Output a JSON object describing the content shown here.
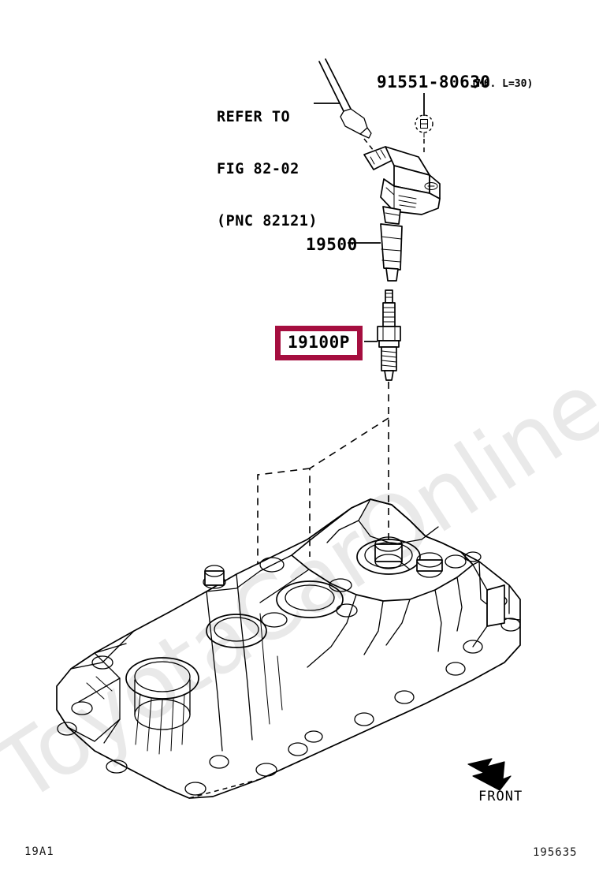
{
  "document": {
    "type": "parts-catalog-diagram",
    "subject": "Ignition coil and spark plug assembly on cylinder head cover"
  },
  "watermark": {
    "text": "ToyotaCarOnline.ru",
    "color": "#e9e9e9"
  },
  "colors": {
    "highlight_border": "#A50E3F",
    "line_art": "#000000",
    "background": "#ffffff"
  },
  "callouts": {
    "refer": {
      "line1": "REFER TO",
      "line2": "FIG 82-02",
      "line3": "(PNC 82121)"
    },
    "bolt": {
      "part_number": "91551-80630",
      "spec": "(M6. L=30)",
      "symbol": "B"
    },
    "coil": {
      "part_number": "19500"
    },
    "spark_plug": {
      "part_number": "19100P",
      "highlighted": true
    }
  },
  "orientation": {
    "label": "FRONT",
    "icon": "front-arrow-icon"
  },
  "footer": {
    "left_code": "19A1",
    "right_code": "195635"
  }
}
